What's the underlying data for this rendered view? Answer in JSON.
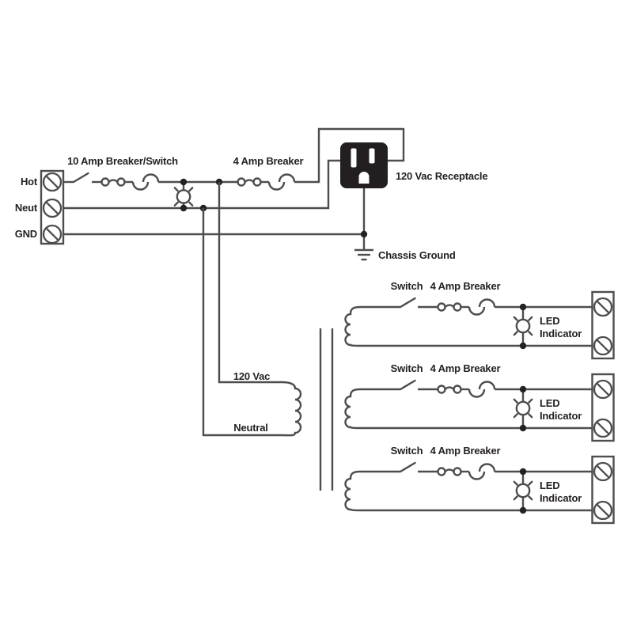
{
  "diagram_type": "electrical-wiring-schematic",
  "colors": {
    "wire": "#4d4d4d",
    "text": "#231f20",
    "receptacle_body": "#231f20",
    "junction_dot": "#262223",
    "background": "#ffffff"
  },
  "input_section": {
    "terminal_block_labels": [
      "Hot",
      "Neut",
      "GND"
    ],
    "main_breaker_label": "10 Amp Breaker/Switch",
    "outlet_breaker_label": "4 Amp Breaker",
    "receptacle_label": "120 Vac Receptacle",
    "chassis_ground_label": "Chassis Ground"
  },
  "transformer": {
    "primary_top_label": "120 Vac",
    "primary_bottom_label": "Neutral"
  },
  "output_circuits": [
    {
      "switch_label": "Switch",
      "breaker_label": "4 Amp Breaker",
      "led_line1": "LED",
      "led_line2": "Indicator"
    },
    {
      "switch_label": "Switch",
      "breaker_label": "4 Amp Breaker",
      "led_line1": "LED",
      "led_line2": "Indicator"
    },
    {
      "switch_label": "Switch",
      "breaker_label": "4 Amp Breaker",
      "led_line1": "LED",
      "led_line2": "Indicator"
    }
  ]
}
